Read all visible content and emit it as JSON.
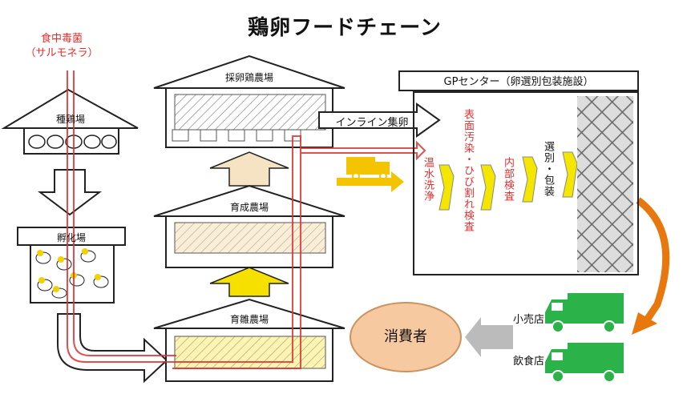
{
  "title": "鶏卵フードチェーン",
  "pathogen": {
    "line1": "食中毒菌",
    "line2": "（サルモネラ）"
  },
  "farms": {
    "breeder": "種鶏場",
    "hatchery": "孵化場",
    "layer": "採卵鶏農場",
    "grower": "育成農場",
    "brooder": "育雛農場"
  },
  "inline_collection": "インライン集卵",
  "gp_center": {
    "title": "GPセンター（卵選別包装施設）",
    "steps": [
      {
        "label": "温水洗浄",
        "color": "#e03030"
      },
      {
        "label": "表面汚染・ひび割れ検査",
        "color": "#e03030"
      },
      {
        "label": "内部検査",
        "color": "#e03030"
      },
      {
        "label": "選別・包装",
        "color": "#111111"
      }
    ]
  },
  "consumer": "消費者",
  "retail": "小売店",
  "restaurant": "飲食店",
  "colors": {
    "pathogen_line": "#e03030",
    "arrow_yellow": "#f5d000",
    "arrow_orange": "#e8780e",
    "truck_green": "#2bb34a",
    "truck_yellow": "#f5c400",
    "consumer_fill": "#f7c9a0"
  }
}
